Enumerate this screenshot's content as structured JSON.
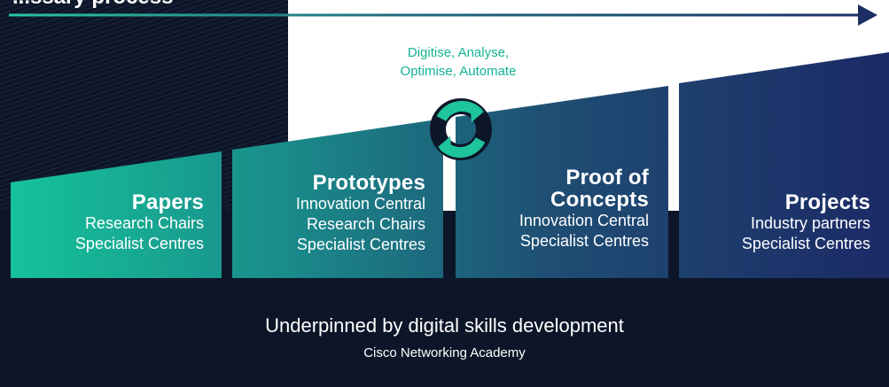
{
  "header": {
    "partial_text": "...ssary process"
  },
  "cycle": {
    "line1": "Digitise, Analyse,",
    "line2": "Optimise, Automate"
  },
  "columns": [
    {
      "title": "Papers",
      "lines": [
        "Research Chairs",
        "Specialist Centres"
      ]
    },
    {
      "title": "Prototypes",
      "lines": [
        "Innovation Central",
        "Research Chairs",
        "Specialist Centres"
      ]
    },
    {
      "title_lines": [
        "Proof of",
        "Concepts"
      ],
      "lines": [
        "Innovation Central",
        "Specialist Centres"
      ]
    },
    {
      "title": "Projects",
      "lines": [
        "Industry partners",
        "Specialist Centres"
      ]
    }
  ],
  "footer": {
    "title": "Underpinned by digital skills development",
    "subtitle": "Cisco Networking Academy"
  },
  "colors": {
    "dark_navy": "#0d1628",
    "teal": "#15b394",
    "blue": "#1e3a8a",
    "arrow": "#1e4f73"
  },
  "icons": {
    "cycle": "refresh-cycle-icon",
    "arrow": "arrow-right-icon"
  }
}
